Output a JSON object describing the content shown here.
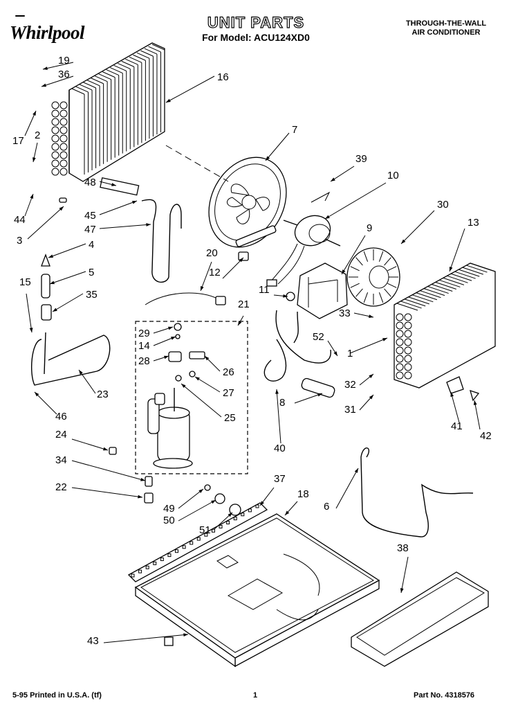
{
  "header": {
    "brand_badge": "",
    "brand": "Whirlpool",
    "title": "UNIT PARTS",
    "model": "For Model: ACU124XD0",
    "product_type_line1": "THROUGH-THE-WALL",
    "product_type_line2": "AIR CONDITIONER"
  },
  "footer": {
    "printed": "5-95 Printed in U.S.A. (tf)",
    "page": "1",
    "part_no": "Part No. 4318576"
  },
  "callouts": [
    "19",
    "36",
    "17",
    "2",
    "44",
    "3",
    "16",
    "7",
    "39",
    "10",
    "30",
    "13",
    "48",
    "45",
    "47",
    "4",
    "5",
    "35",
    "15",
    "20",
    "12",
    "9",
    "11",
    "21",
    "29",
    "14",
    "28",
    "26",
    "27",
    "25",
    "33",
    "52",
    "1",
    "32",
    "31",
    "23",
    "46",
    "8",
    "41",
    "42",
    "24",
    "34",
    "22",
    "49",
    "50",
    "51",
    "37",
    "18",
    "6",
    "40",
    "38",
    "43"
  ]
}
